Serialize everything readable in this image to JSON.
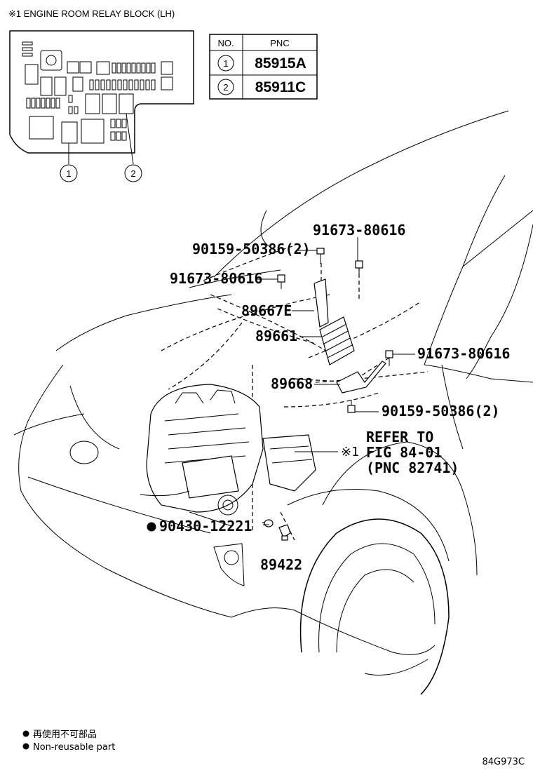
{
  "relay_block": {
    "title": "※1 ENGINE ROOM RELAY BLOCK (LH)",
    "callouts": [
      "1",
      "2"
    ]
  },
  "pnc_table": {
    "headers": [
      "NO.",
      "PNC"
    ],
    "rows": [
      {
        "no": "1",
        "pnc": "85915A"
      },
      {
        "no": "2",
        "pnc": "85911C"
      }
    ]
  },
  "parts": {
    "bolt_top_right": "91673-80616",
    "bolt_top_left": "90159-50386(2)",
    "bolt_left": "91673-80616",
    "bracket": "89667E",
    "ecu": "89661",
    "bolt_right": "91673-80616",
    "bracket_lower": "89668",
    "bolt_lower": "90159-50386(2)",
    "ring": "90430-12221",
    "sensor": "89422"
  },
  "refer": {
    "line1": "REFER TO",
    "line2": "FIG 84-01",
    "line3": "(PNC 82741)",
    "mark": "※1"
  },
  "legend": {
    "jp": "再使用不可部品",
    "en": "Non-reusable part"
  },
  "figure_id": "84G973C"
}
